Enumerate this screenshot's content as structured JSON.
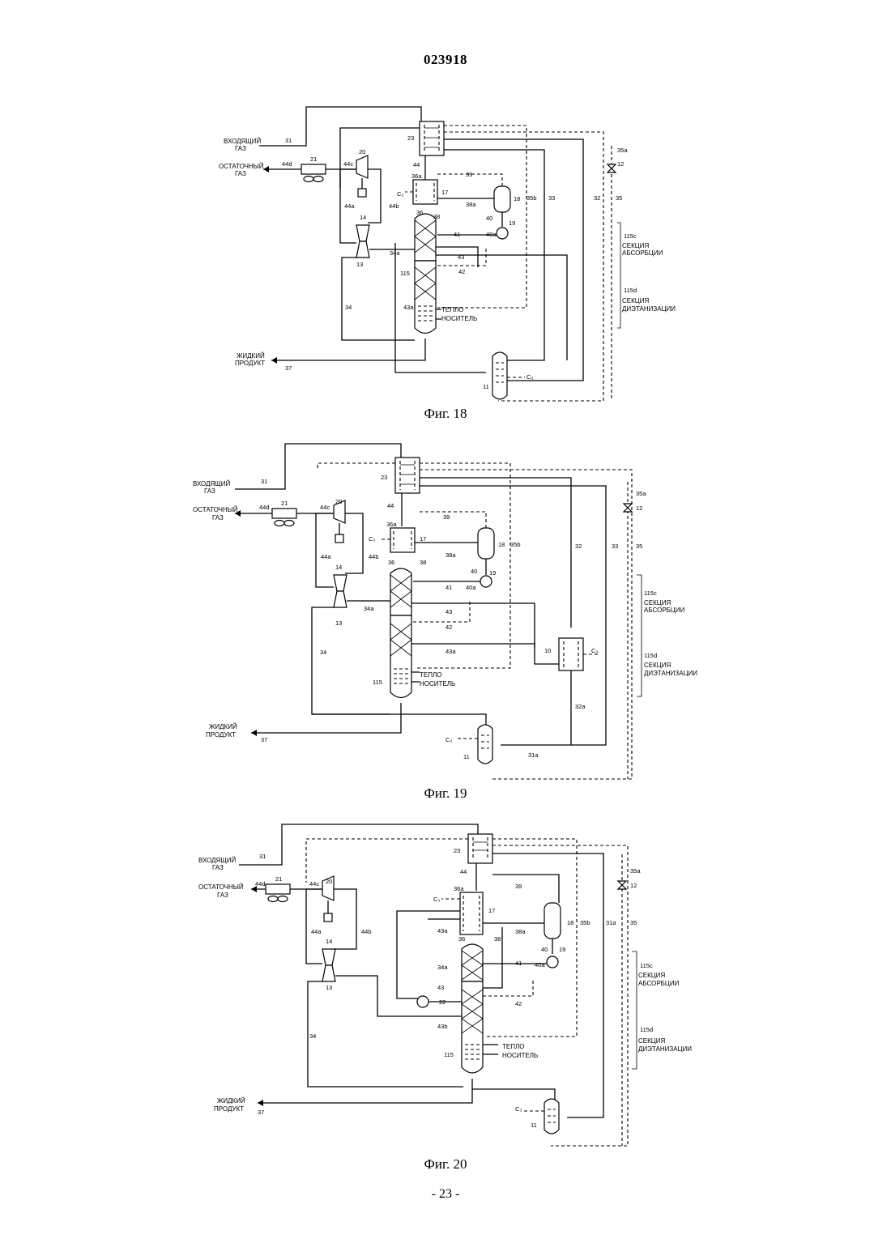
{
  "header": {
    "doc_number": "023918"
  },
  "labels": {
    "inlet_gas": [
      "ВХОДЯЩИЙ",
      "ГАЗ"
    ],
    "residue_gas": [
      "ОСТАТОЧНЫЙ",
      "ГАЗ"
    ],
    "liquid_product": [
      "ЖИДКИЙ",
      "ПРОДУКТ"
    ],
    "heat_medium": [
      "ТЕПЛО",
      "НОСИТЕЛЬ"
    ],
    "absorption_section": [
      "СЕКЦИЯ",
      "АБСОРБЦИИ"
    ],
    "deethanizing_section": [
      "СЕКЦИЯ",
      "ДИЭТАНИЗАЦИИ"
    ],
    "c3": "C₃"
  },
  "figures": [
    {
      "caption": "Фиг. 18"
    },
    {
      "caption": "Фиг. 19"
    },
    {
      "caption": "Фиг. 20"
    }
  ],
  "footer": {
    "page_number": "- 23 -"
  }
}
